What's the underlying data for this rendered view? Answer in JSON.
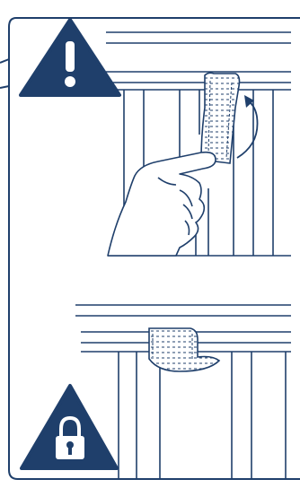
{
  "colors": {
    "line": "#1f3f6b",
    "warning_fill": "#1f3f6b",
    "lock_fill": "#1f3f6b",
    "icon_glyph": "#ffffff",
    "background": "#ffffff"
  },
  "icons": {
    "warning": "warning-triangle-exclamation-icon",
    "lock": "padlock-triangle-icon",
    "arrow": "curved-arrow-icon"
  },
  "panels": [
    {
      "name": "upper-panel",
      "content": "hand-lifting-strap-over-rail"
    },
    {
      "name": "lower-panel",
      "content": "strap-looped-under-rail"
    }
  ]
}
